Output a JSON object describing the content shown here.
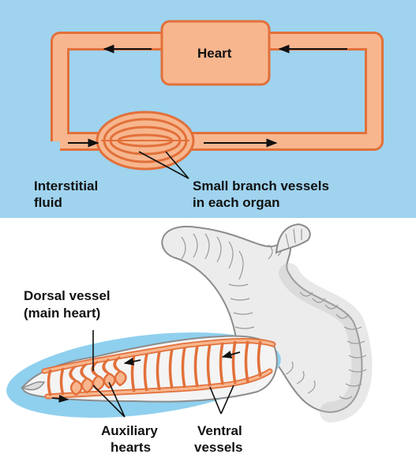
{
  "colors": {
    "panel_background": "#9fd3ee",
    "vessel_fill": "#f7b68e",
    "vessel_outline": "#e2703a",
    "text": "#111111",
    "worm_body": "#eeeeee",
    "worm_outline": "#8c8c8c",
    "body_fluid_halo": "#8fd0ee"
  },
  "open_system": {
    "heart_label": "Heart",
    "interstitial_label_line1": "Interstitial",
    "interstitial_label_line2": "fluid",
    "branch_label_line1": "Small branch vessels",
    "branch_label_line2": "in each organ"
  },
  "closed_system": {
    "dorsal_label_line1": "Dorsal vessel",
    "dorsal_label_line2": "(main heart)",
    "auxiliary_label_line1": "Auxiliary",
    "auxiliary_label_line2": "hearts",
    "ventral_label_line1": "Ventral",
    "ventral_label_line2": "vessels"
  }
}
